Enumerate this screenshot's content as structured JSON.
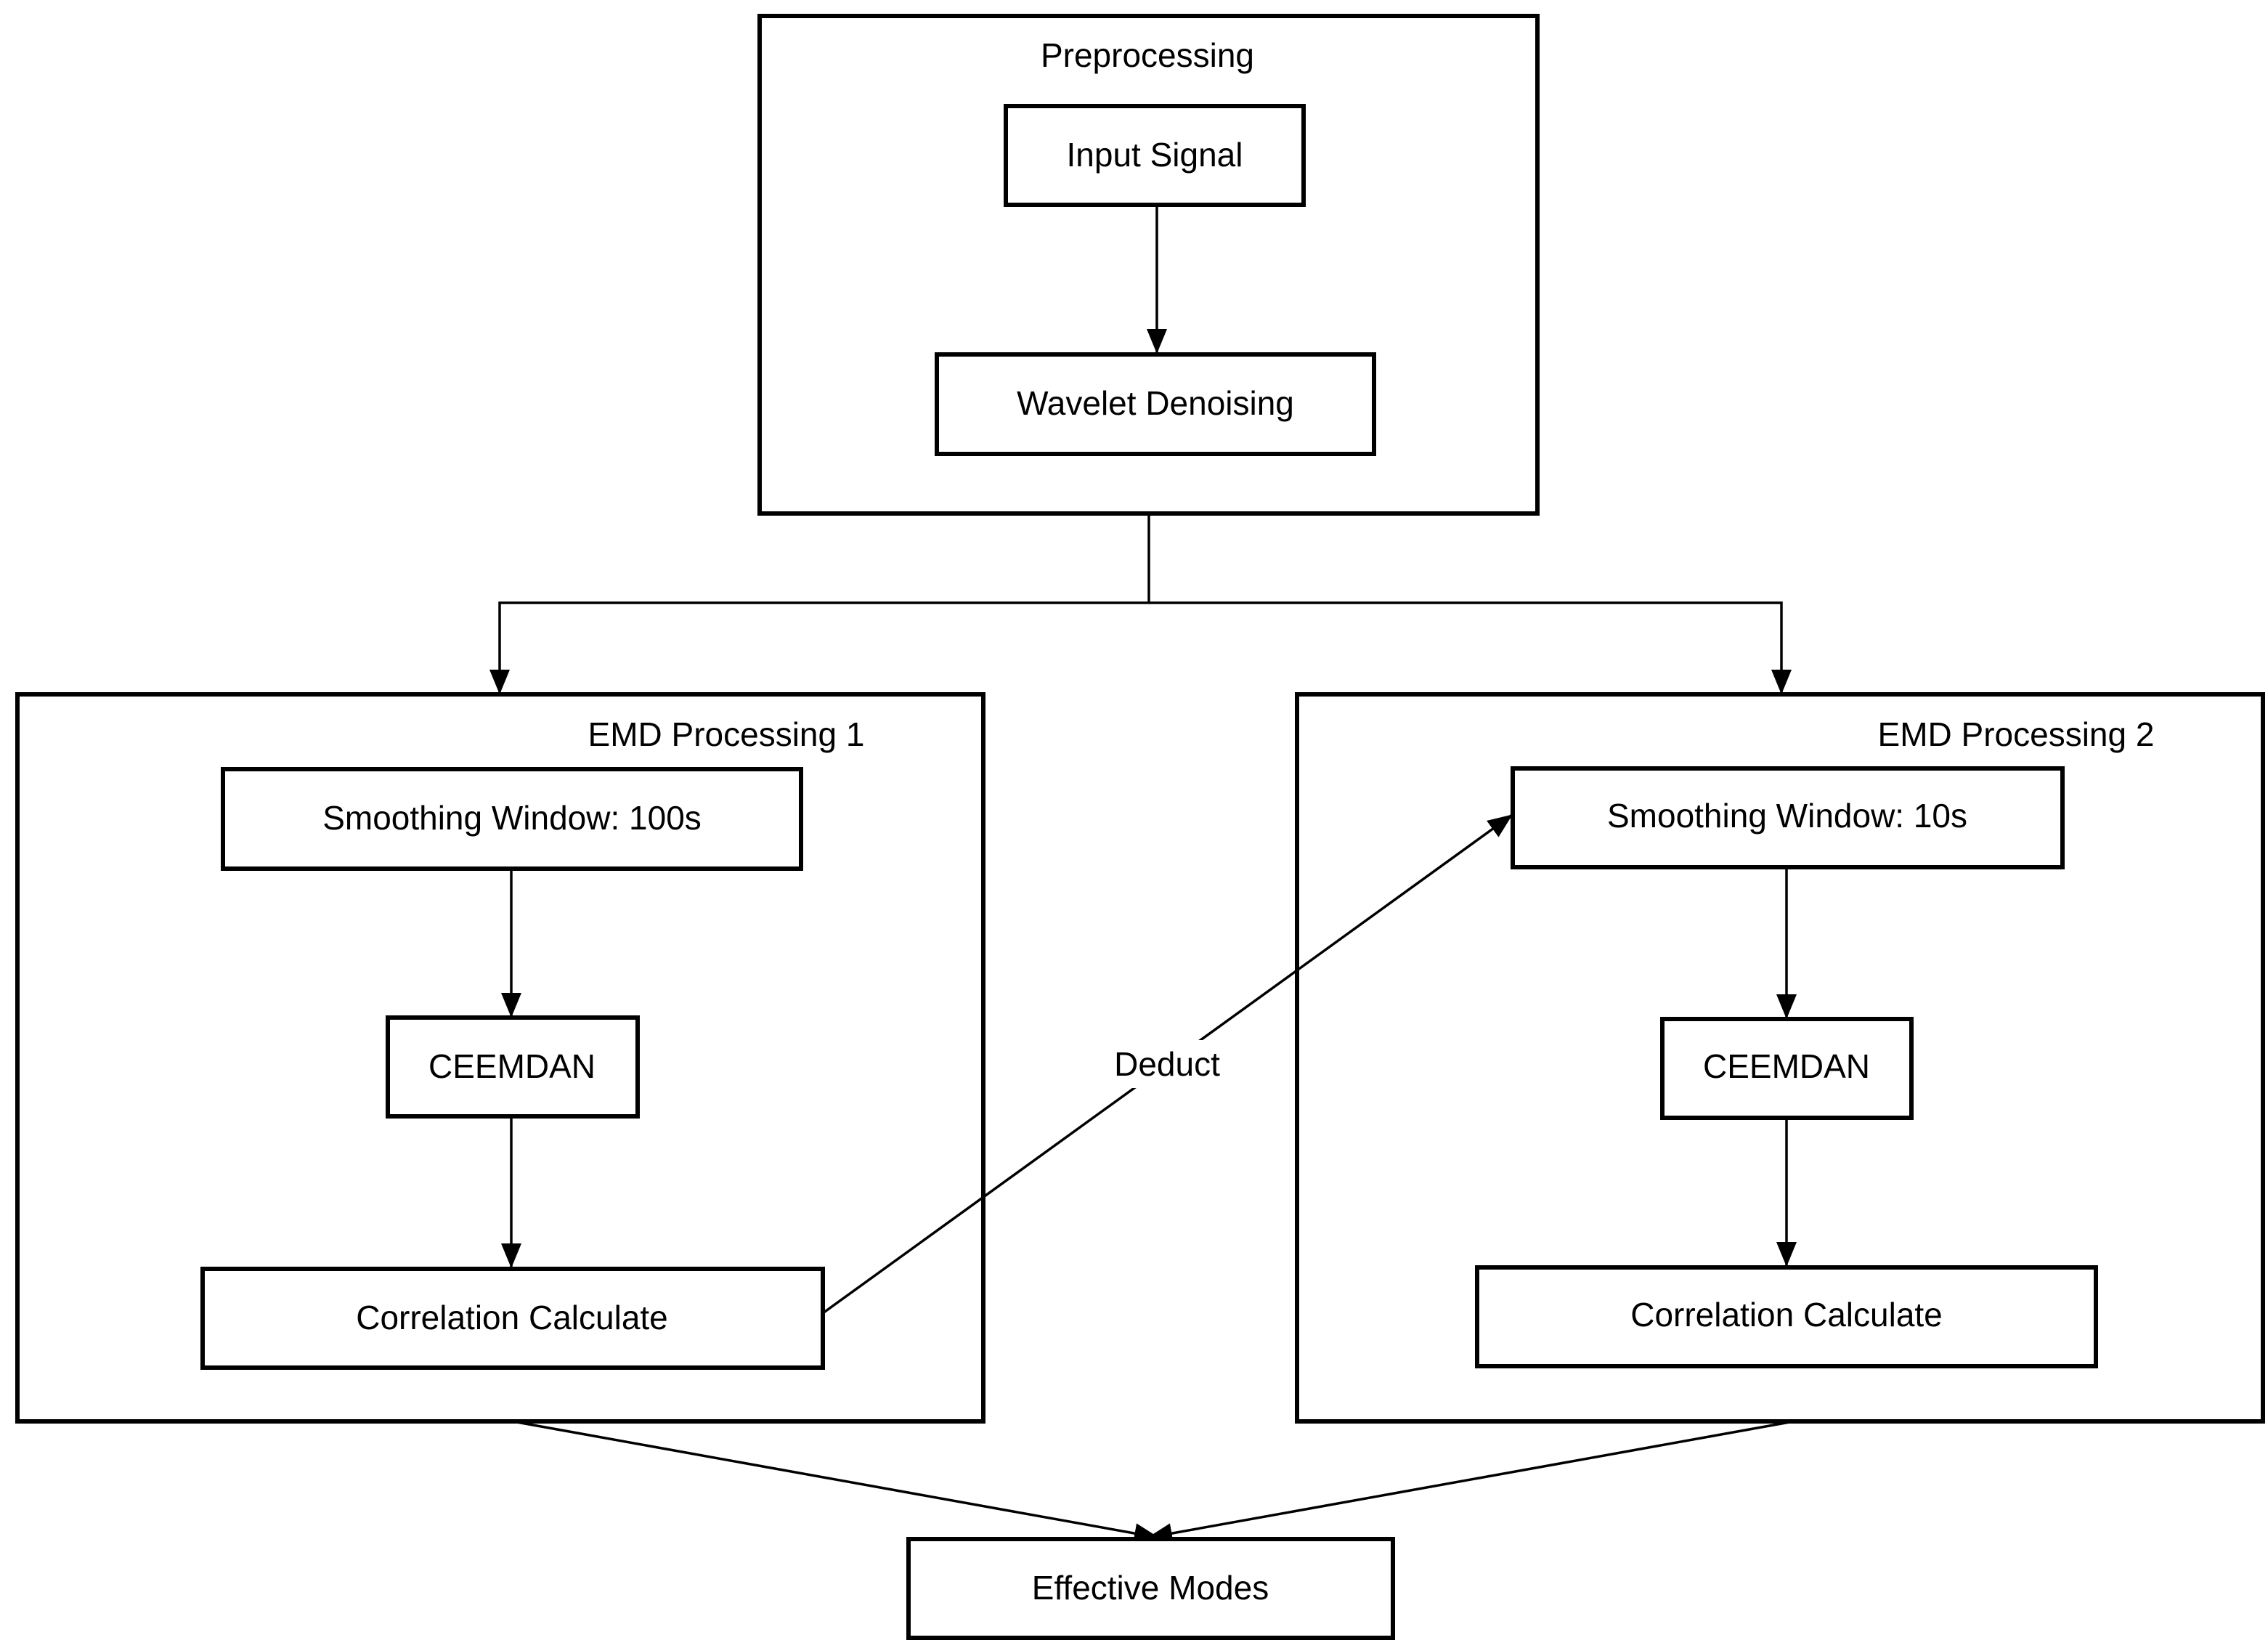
{
  "groups": {
    "preprocessing": "Preprocessing",
    "emd1": "EMD Processing 1",
    "emd2": "EMD Processing 2"
  },
  "nodes": {
    "input_signal": "Input Signal",
    "wavelet_denoising": "Wavelet Denoising",
    "smoothing_100s": "Smoothing Window: 100s",
    "ceemdan_1": "CEEMDAN",
    "correlation_1": "Correlation Calculate",
    "smoothing_10s": "Smoothing Window: 10s",
    "ceemdan_2": "CEEMDAN",
    "correlation_2": "Correlation Calculate",
    "effective_modes": "Effective Modes"
  },
  "edge_labels": {
    "deduct": "Deduct"
  }
}
